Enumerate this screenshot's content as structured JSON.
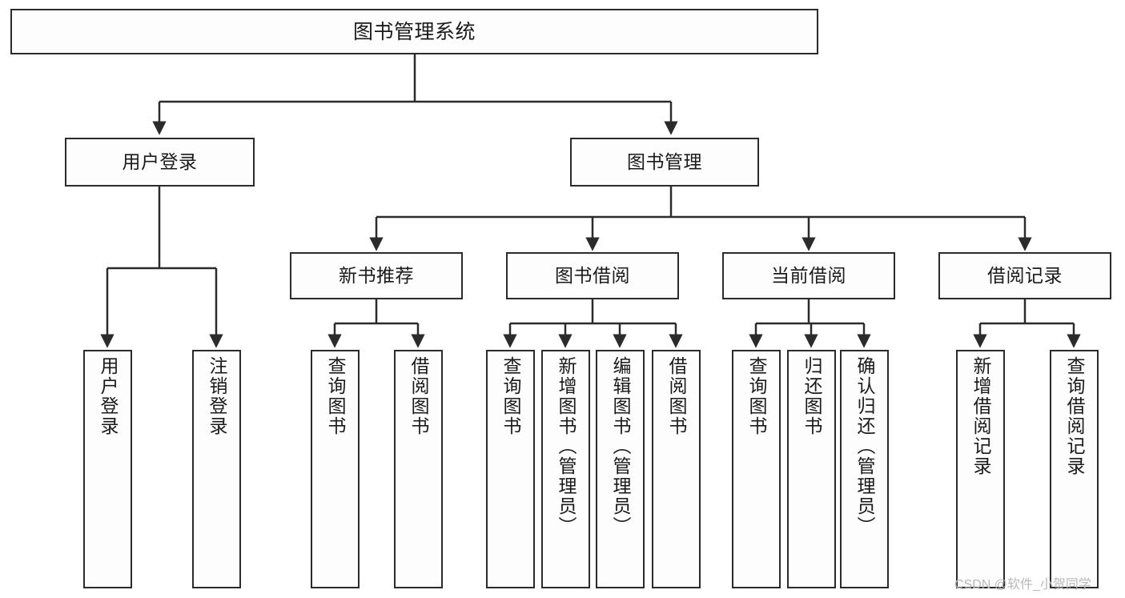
{
  "diagram": {
    "type": "hierarchy-tree",
    "title": "图书管理系统",
    "watermark": "CSDN @软件_小贺同学",
    "colors": {
      "box_border": "#2b2b2b",
      "box_fill": "#fdfdfd",
      "connector": "#2b2b2b",
      "text": "#1a1a1a",
      "watermark": "#b9b9b9"
    },
    "root": {
      "label": "图书管理系统"
    },
    "level2": [
      {
        "label": "用户登录"
      },
      {
        "label": "图书管理"
      }
    ],
    "level3": [
      {
        "label": "新书推荐"
      },
      {
        "label": "图书借阅"
      },
      {
        "label": "当前借阅"
      },
      {
        "label": "借阅记录"
      }
    ],
    "leaves": {
      "user_login": [
        {
          "label": "用户登录"
        },
        {
          "label": "注销登录"
        }
      ],
      "new_book_recommend": [
        {
          "label": "查询图书"
        },
        {
          "label": "借阅图书"
        }
      ],
      "book_borrow": [
        {
          "label": "查询图书"
        },
        {
          "label": "新增图书（管理员）"
        },
        {
          "label": "编辑图书（管理员）"
        },
        {
          "label": "借阅图书"
        }
      ],
      "current_borrow": [
        {
          "label": "查询图书"
        },
        {
          "label": "归还图书"
        },
        {
          "label": "确认归还（管理员）"
        }
      ],
      "borrow_records": [
        {
          "label": "新增借阅记录"
        },
        {
          "label": "查询借阅记录"
        }
      ]
    }
  }
}
